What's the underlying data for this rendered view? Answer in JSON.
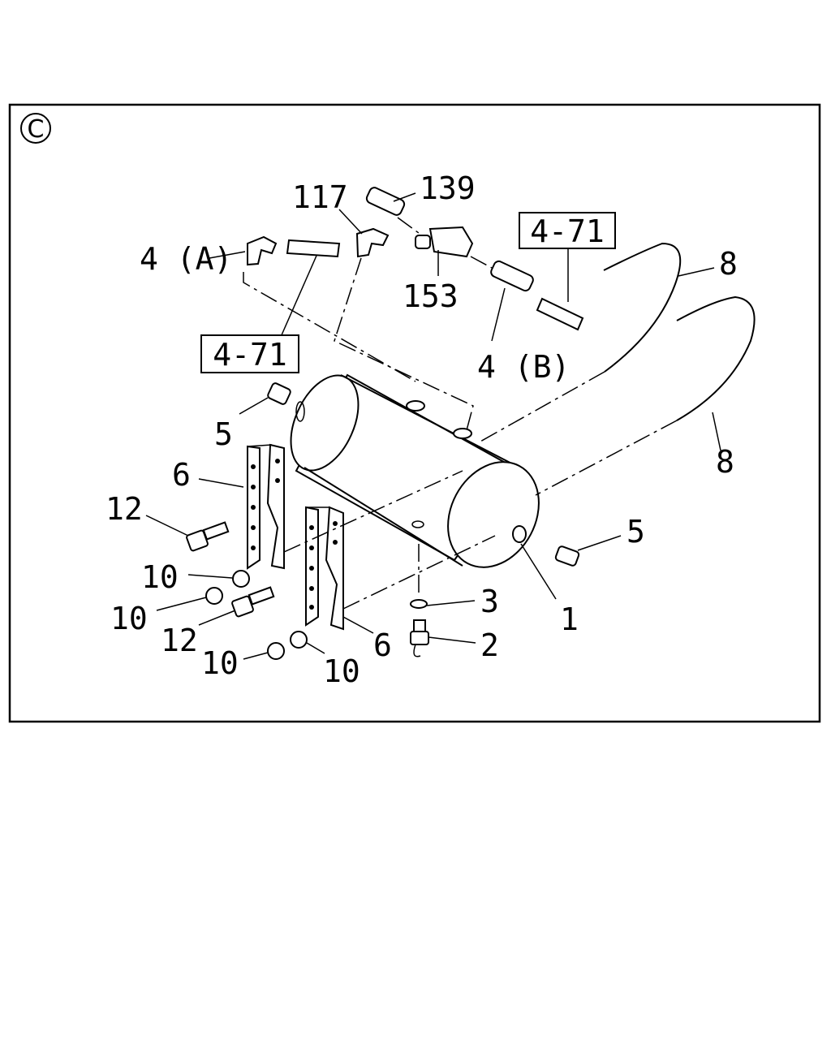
{
  "view_marker": "C",
  "callouts": {
    "c117": "117",
    "c139": "139",
    "c153": "153",
    "c4a": "4 (A)",
    "c4b": "4 (B)",
    "ref_top": "4-71",
    "ref_left": "4-71",
    "c8_top": "8",
    "c8_bottom": "8",
    "c5_left": "5",
    "c5_right": "5",
    "c6_left": "6",
    "c6_bottom": "6",
    "c12_top": "12",
    "c12_bottom": "12",
    "c10_a": "10",
    "c10_b": "10",
    "c10_c": "10",
    "c10_d": "10",
    "c3": "3",
    "c2": "2",
    "c1": "1"
  }
}
